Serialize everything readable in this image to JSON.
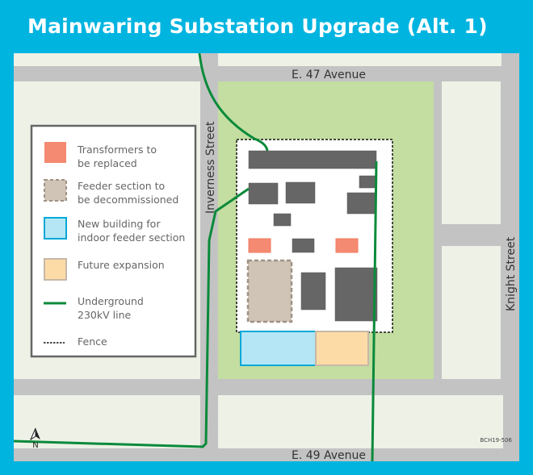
{
  "title": "Mainwaring Substation Upgrade (Alt. 1)",
  "streets": {
    "top": "E. 47 Avenue",
    "bottom": "E. 49 Avenue",
    "left": "Inverness Street",
    "right": "Knight Street"
  },
  "legend": [
    {
      "lines": [
        "Transformers to",
        "be replaced"
      ],
      "color": "#f58a72"
    },
    {
      "lines": [
        "Feeder section to",
        "be decommissioned"
      ],
      "color": "#cfc4b6"
    },
    {
      "lines": [
        "New building for",
        "indoor feeder section"
      ],
      "color": "#b5e6f5"
    },
    {
      "lines": [
        "Future expansion"
      ],
      "color": "#fddba6"
    },
    {
      "lines": [
        "Underground",
        "230kV line"
      ],
      "color": "#0a8a3a"
    },
    {
      "lines": [
        "Fence"
      ],
      "color": "#000000"
    }
  ],
  "north_label": "N",
  "code": "BCH19-506"
}
